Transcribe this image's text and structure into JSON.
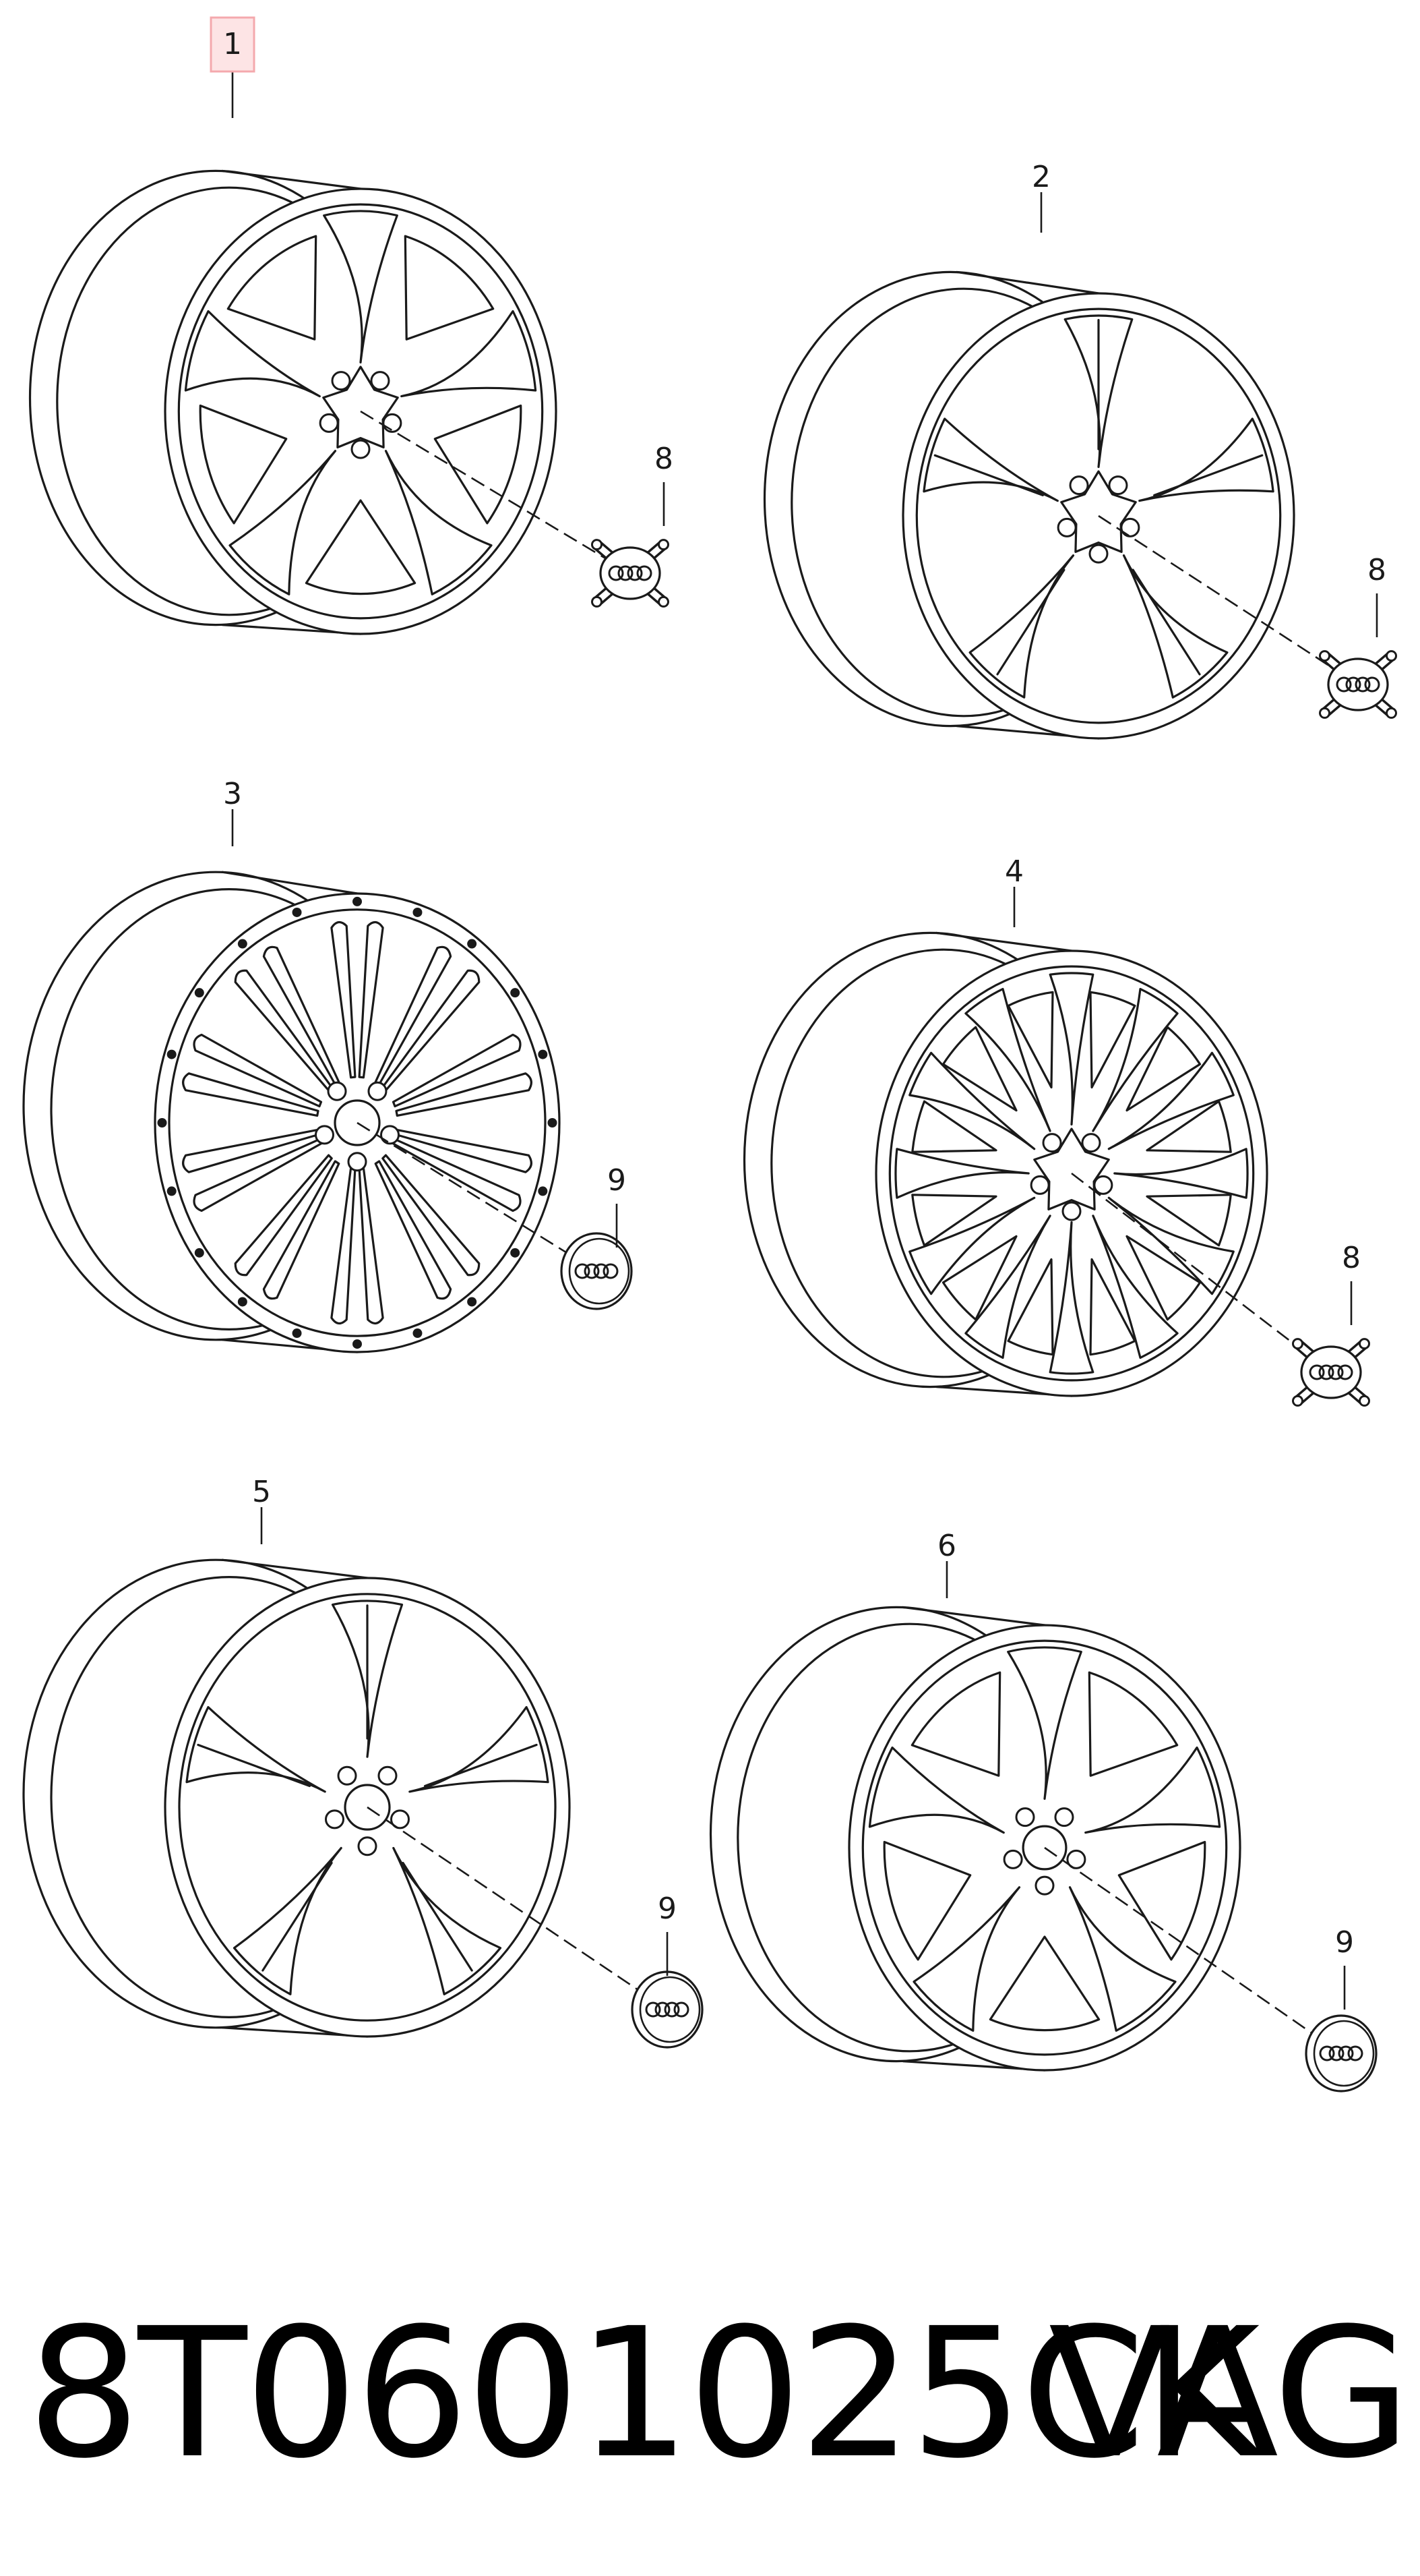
{
  "diagram": {
    "callouts": [
      {
        "label": "1",
        "highlighted": true
      },
      {
        "label": "2",
        "highlighted": false
      },
      {
        "label": "3",
        "highlighted": false
      },
      {
        "label": "4",
        "highlighted": false
      },
      {
        "label": "5",
        "highlighted": false
      },
      {
        "label": "6",
        "highlighted": false
      }
    ],
    "cap_labels": [
      "8",
      "8",
      "9",
      "8",
      "9",
      "9"
    ],
    "highlight_color": "#f4a9ad",
    "line_color": "#1a1a1a"
  },
  "footer": {
    "part_number": "8T0601025CK",
    "brand": "VAG"
  }
}
